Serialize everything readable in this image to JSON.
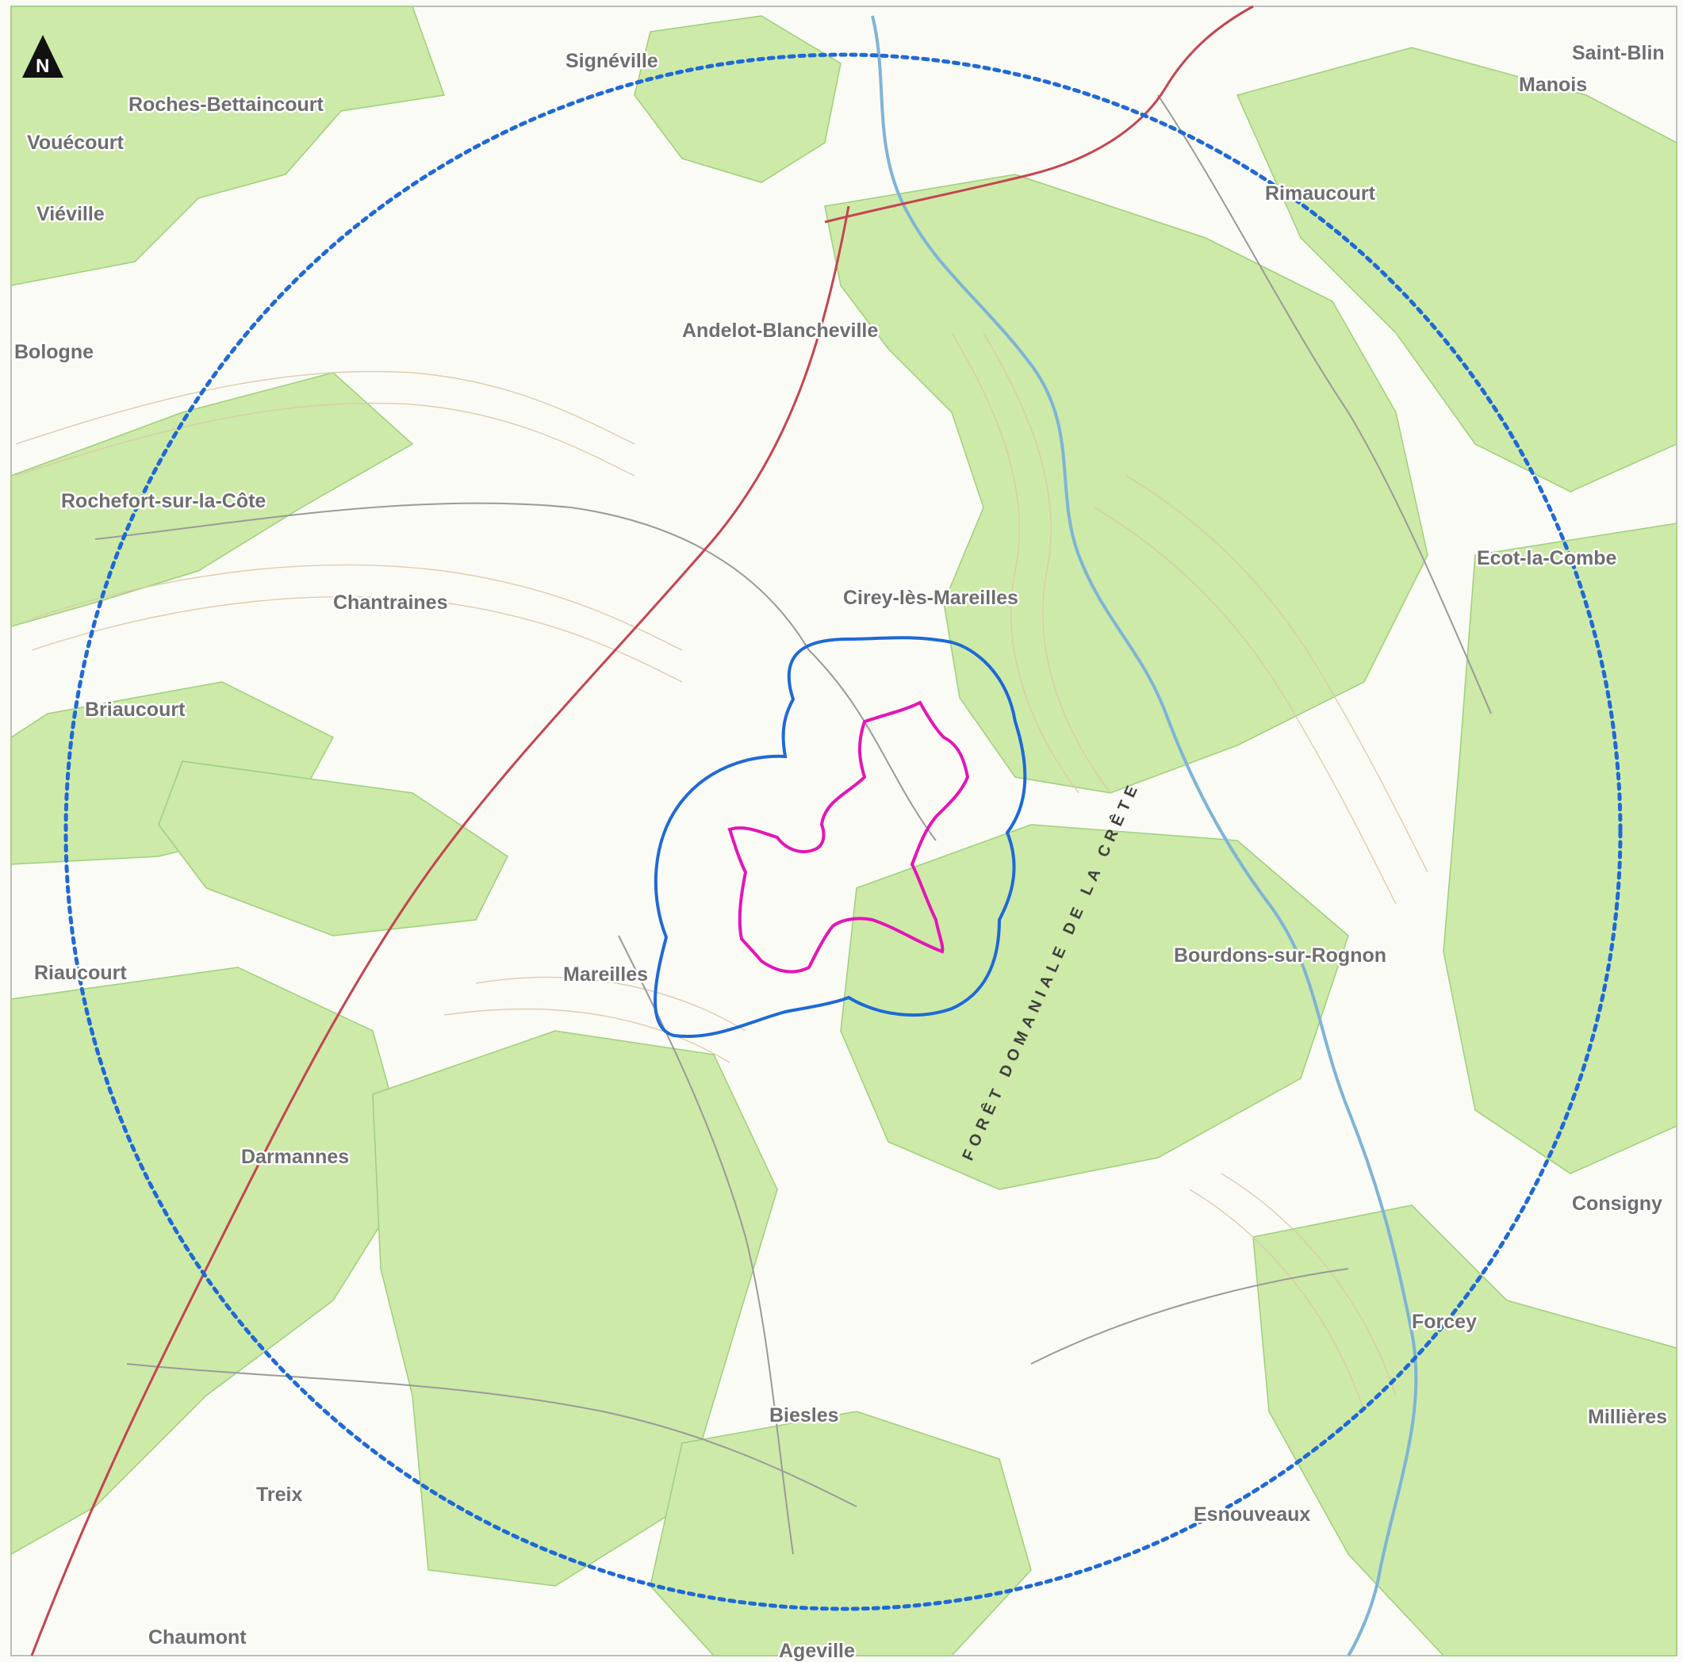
{
  "map": {
    "north_arrow_label": "N",
    "colors": {
      "forest": "#cdeaa8",
      "open_land": "#fbfbf6",
      "contour": "#d9c9a8",
      "road_main": "#c4454f",
      "river": "#7fb4d6",
      "study_area_outline": "#e316b6",
      "close_buffer_outline": "#1f69d6",
      "distant_radius_dotted": "#1f69d6"
    },
    "forest_label": "FORÊT DOMANIALE DE LA CRÊTE",
    "communes": [
      {
        "id": "signeville",
        "name": "Signéville"
      },
      {
        "id": "saint-blin",
        "name": "Saint-Blin"
      },
      {
        "id": "manois",
        "name": "Manois"
      },
      {
        "id": "roches-bettaincourt",
        "name": "Roches-Bettaincourt"
      },
      {
        "id": "vouecourt",
        "name": "Vouécourt"
      },
      {
        "id": "vieville",
        "name": "Viéville"
      },
      {
        "id": "rimaucourt",
        "name": "Rimaucourt"
      },
      {
        "id": "andelot-blancheville",
        "name": "Andelot-Blancheville"
      },
      {
        "id": "bologne",
        "name": "Bologne"
      },
      {
        "id": "rochefort-sur-la-cote",
        "name": "Rochefort-sur-la-Côte"
      },
      {
        "id": "ecot-la-combe",
        "name": "Ecot-la-Combe"
      },
      {
        "id": "cirey-les-mareilles",
        "name": "Cirey-lès-Mareilles"
      },
      {
        "id": "chantraines",
        "name": "Chantraines"
      },
      {
        "id": "briaucourt",
        "name": "Briaucourt"
      },
      {
        "id": "bourdons-sur-rognon",
        "name": "Bourdons-sur-Rognon"
      },
      {
        "id": "riaucourt",
        "name": "Riaucourt"
      },
      {
        "id": "mareilles",
        "name": "Mareilles"
      },
      {
        "id": "darmannes",
        "name": "Darmannes"
      },
      {
        "id": "consigny",
        "name": "Consigny"
      },
      {
        "id": "forcey",
        "name": "Forcey"
      },
      {
        "id": "biesles",
        "name": "Biesles"
      },
      {
        "id": "millieres",
        "name": "Millières"
      },
      {
        "id": "treix",
        "name": "Treix"
      },
      {
        "id": "esnouveaux",
        "name": "Esnouveaux"
      },
      {
        "id": "chaumont",
        "name": "Chaumont"
      },
      {
        "id": "ageville",
        "name": "Ageville"
      }
    ]
  }
}
